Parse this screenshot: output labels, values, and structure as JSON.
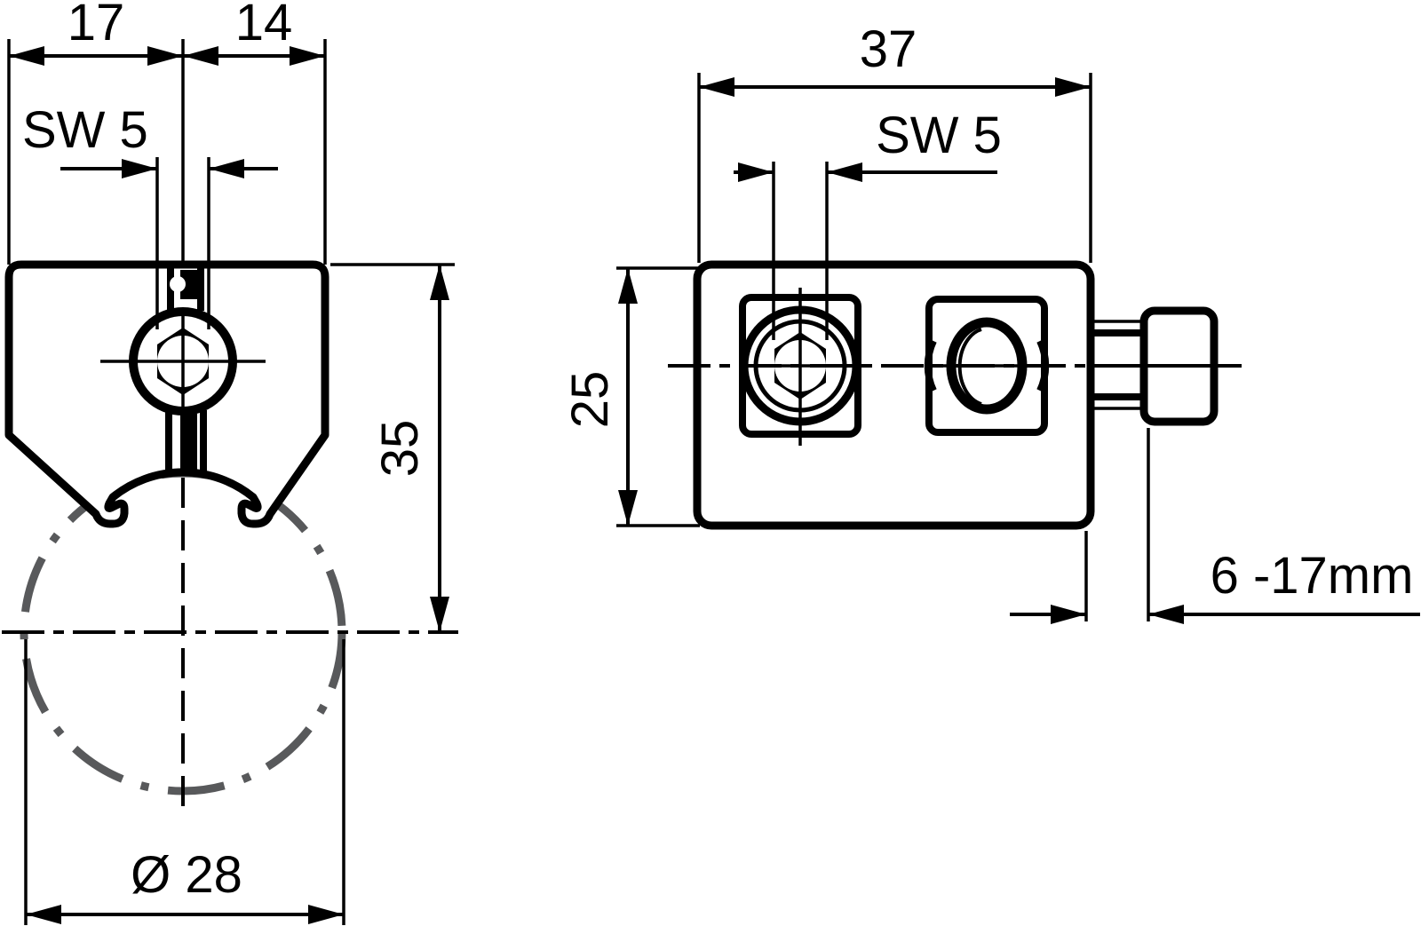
{
  "drawing": {
    "background": "#ffffff",
    "line_color": "#000000",
    "pipe_color": "#58595b",
    "front_view": {
      "title": "clamp front view",
      "dim_width_left": "17",
      "dim_width_right": "14",
      "dim_hex_socket": "SW 5",
      "dim_height": "35",
      "dim_pipe_diameter": "Ø 28"
    },
    "side_view": {
      "title": "clamp side view",
      "dim_width": "37",
      "dim_hex_socket": "SW 5",
      "dim_height": "25",
      "dim_clamping_range": "6 -17mm"
    }
  }
}
